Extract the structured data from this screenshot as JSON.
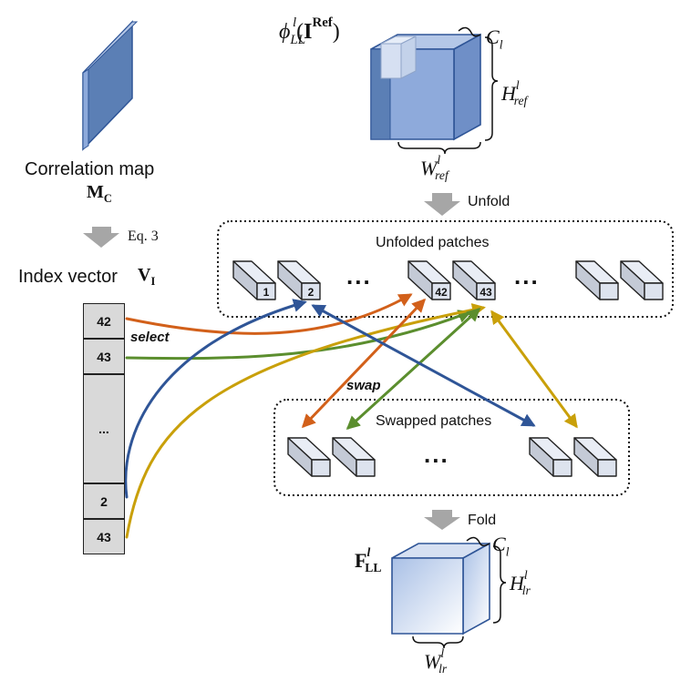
{
  "reference": {
    "func_symbol": "ϕ",
    "func_sub": "LL",
    "func_sup": "l",
    "arg_letter": "I",
    "arg_sup": "Ref"
  },
  "ref_dims": {
    "c_letter": "C",
    "c_sub": "l",
    "h_letter": "H",
    "h_sup": "l",
    "h_sub": "ref",
    "w_letter": "W",
    "w_sup": "l",
    "w_sub": "ref"
  },
  "correlation": {
    "title": "Correlation map",
    "symbol_letter": "M",
    "symbol_sub": "C"
  },
  "steps": {
    "unfold": "Unfold",
    "eq": "Eq. 3",
    "fold": "Fold"
  },
  "index_vector": {
    "title": "Index vector",
    "symbol_letter": "V",
    "symbol_sub": "I",
    "cells": [
      "42",
      "43",
      "...",
      "2",
      "43"
    ]
  },
  "unfolded": {
    "title": "Unfolded patches",
    "patch_labels": [
      "1",
      "2",
      "42",
      "43"
    ],
    "dots": "..."
  },
  "swapped": {
    "title": "Swapped patches",
    "dots": "..."
  },
  "arrow_labels": {
    "select": "select",
    "swap": "swap"
  },
  "output": {
    "symbol_letter": "F",
    "symbol_sup": "l",
    "symbol_sub": "LL"
  },
  "out_dims": {
    "c_letter": "C",
    "c_sub": "l",
    "h_letter": "H",
    "h_sup": "l",
    "h_sub": "lr",
    "w_letter": "W",
    "w_sup": "l",
    "w_sub": "lr"
  },
  "colors": {
    "orange": "#d2601a",
    "green": "#5b8e2e",
    "blue": "#2f5597",
    "yellow": "#c9a00a",
    "cube_face": "#8eaadb",
    "cube_edge": "#2f5597",
    "map_fill": "#5b7fb5",
    "index_fill": "#d9d9d9"
  }
}
